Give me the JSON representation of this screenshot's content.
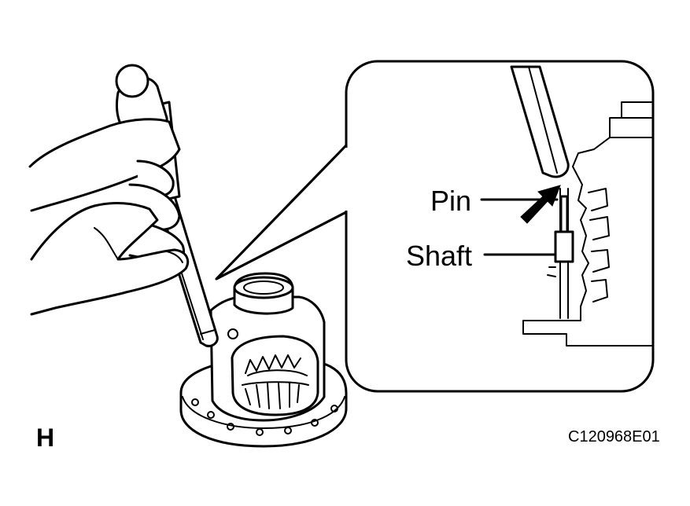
{
  "callouts": {
    "pin": "Pin",
    "shaft": "Shaft"
  },
  "corner_letter": "H",
  "figure_code": "C120968E01"
}
